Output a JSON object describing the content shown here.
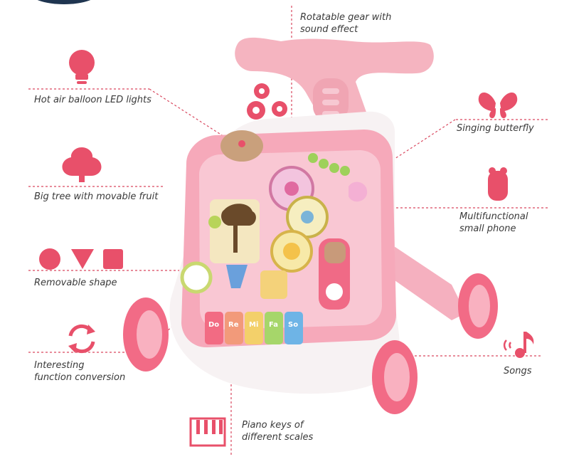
{
  "accent_color": "#e8506a",
  "features": {
    "gear": {
      "line1": "Rotatable gear with",
      "line2": "sound effect",
      "icon": "gears-icon"
    },
    "balloon": {
      "text": "Hot air balloon LED lights",
      "icon": "lightbulb-icon"
    },
    "butterfly": {
      "text": "Singing butterfly",
      "icon": "butterfly-icon"
    },
    "tree": {
      "text": "Big tree with movable fruit",
      "icon": "tree-icon"
    },
    "phone": {
      "line1": "Multifunctional",
      "line2": "small phone",
      "icon": "phone-icon"
    },
    "shape": {
      "text": "Removable shape",
      "icon": "shapes-icon"
    },
    "conversion": {
      "line1": "Interesting",
      "line2": "function conversion",
      "icon": "refresh-icon"
    },
    "songs": {
      "text": "Songs",
      "icon": "music-note-icon"
    },
    "piano": {
      "line1": "Piano keys of",
      "line2": "different scales",
      "icon": "piano-keys-icon"
    }
  },
  "piano_keys": [
    "Do",
    "Re",
    "Mi",
    "Fa",
    "So"
  ]
}
